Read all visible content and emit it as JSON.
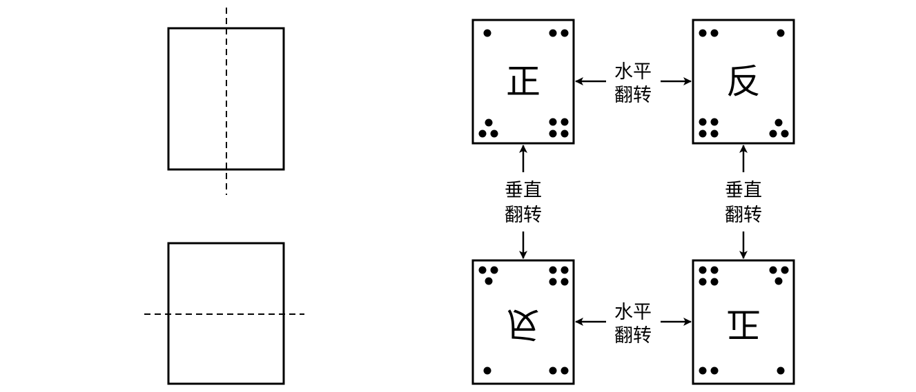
{
  "labels": {
    "horizontal_flip": [
      "水平",
      "翻转"
    ],
    "vertical_flip": [
      "垂直",
      "翻转"
    ]
  },
  "cards": {
    "top_left": {
      "text": "正",
      "orientation": "normal"
    },
    "top_right": {
      "text": "反",
      "orientation": "normal"
    },
    "bottom_left": {
      "text": "反",
      "orientation": "flipped-vertically"
    },
    "bottom_right": {
      "text": "正",
      "orientation": "flipped-vertically"
    }
  },
  "colors": {
    "stroke": "#000000",
    "background": "#ffffff"
  }
}
